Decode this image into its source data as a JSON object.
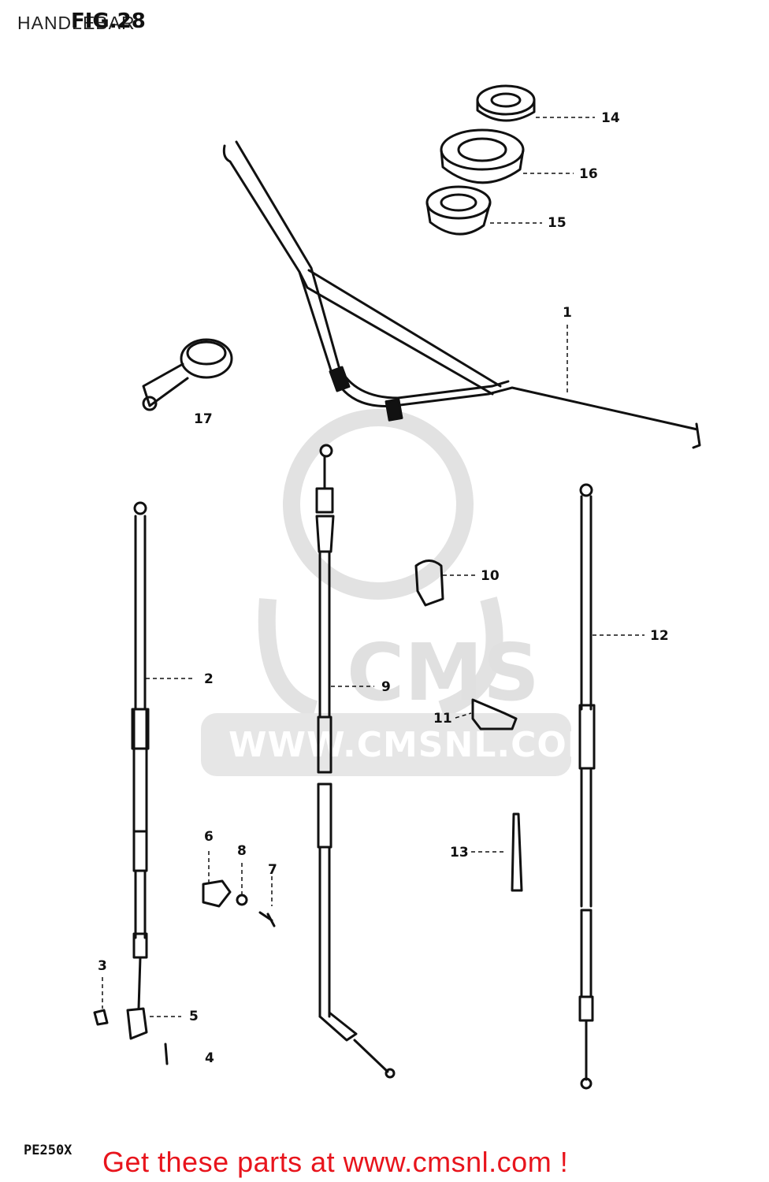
{
  "header": {
    "title": "HANDLEBAR",
    "figure_label": "FIG.28"
  },
  "footer": {
    "model": "PE250X",
    "promo": "Get these parts at www.cmsnl.com !"
  },
  "watermark": {
    "brand": "CMS",
    "url": "WWW.CMSNL.COM",
    "color": "#dcdcdc"
  },
  "callouts": {
    "c1": "1",
    "c2": "2",
    "c3": "3",
    "c4": "4",
    "c5": "5",
    "c6": "6",
    "c7": "7",
    "c8": "8",
    "c9": "9",
    "c10": "10",
    "c11": "11",
    "c12": "12",
    "c13": "13",
    "c14": "14",
    "c15": "15",
    "c16": "16",
    "c17": "17"
  },
  "colors": {
    "line": "#111111",
    "promo": "#e8141c"
  }
}
